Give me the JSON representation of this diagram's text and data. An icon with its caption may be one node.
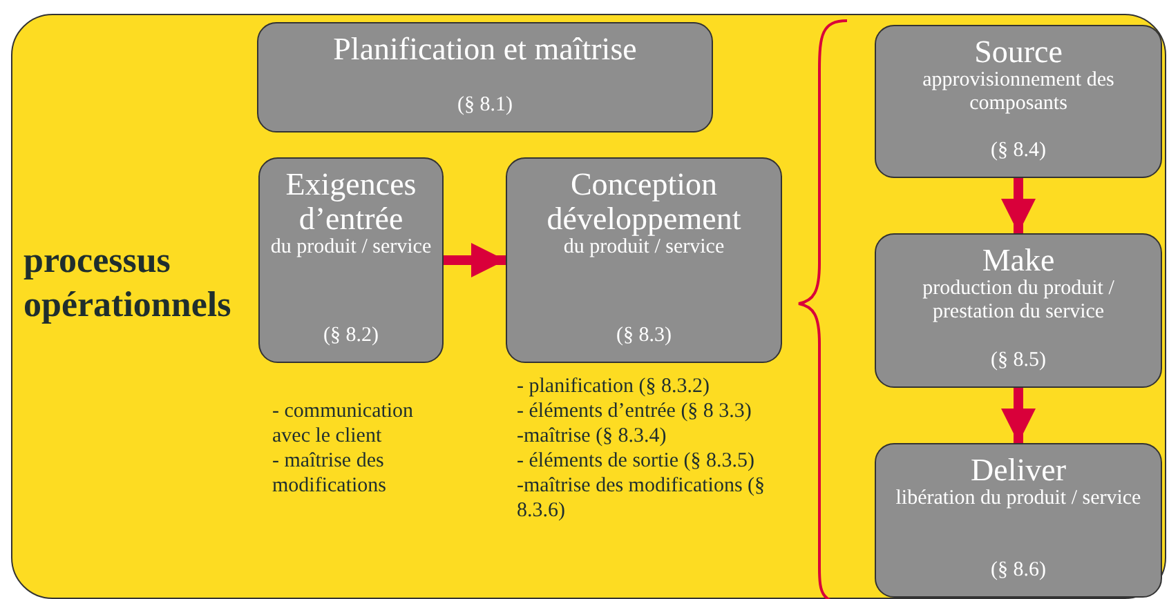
{
  "diagram": {
    "nodes": [
      {
        "text": [
          "processus opérationnels"
        ]
      },
      {
        "text": [
          "Planification et maîtrise",
          "(§ 8.1)"
        ],
        "in": 0
      },
      {
        "text": [
          "Exigences d’entrée",
          "du produit / service",
          "(§ 8.2)"
        ],
        "in": 0,
        "beside": [
          "- communication avec le client",
          "- maîtrise des modifications"
        ]
      },
      {
        "text": [
          "Conception développement",
          "du produit / service",
          "(§ 8.3)"
        ],
        "in": 0,
        "beside": [
          "- planification (§ 8.3.2)",
          "- éléments d’entrée (§ 8 3.3)",
          "-maîtrise (§ 8.3.4)",
          "- éléments de sortie (§ 8.3.5)",
          "-maîtrise des modifications (§ 8.3.6)"
        ]
      },
      {
        "text": [
          "Source",
          "approvisionnement des composants",
          "(§ 8.4)"
        ],
        "in": 0
      },
      {
        "text": [
          "Make",
          "production du produit / prestation du service",
          "(§ 8.5)"
        ],
        "in": 0
      },
      {
        "text": [
          "Deliver",
          "libération du produit / service",
          "(§ 8.6)"
        ],
        "in": 0
      }
    ],
    "edges": [
      {
        "from": 2,
        "to": 3,
        "arrow": "to"
      },
      {
        "from": 4,
        "to": 5,
        "arrow": "to"
      },
      {
        "from": 5,
        "to": 6,
        "arrow": "to"
      }
    ]
  }
}
